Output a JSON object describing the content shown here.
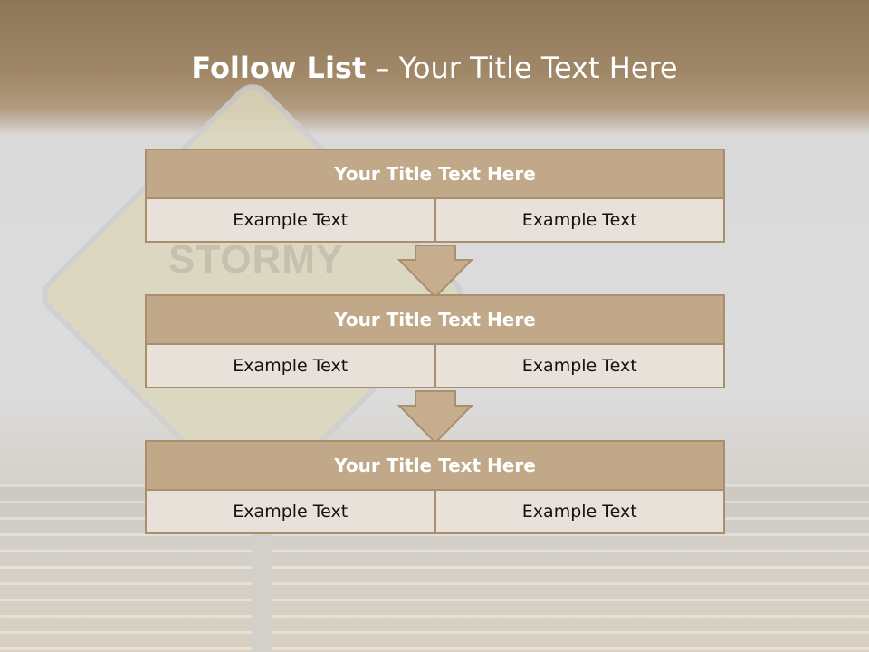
{
  "slide": {
    "title_bold": "Follow List",
    "title_rest": " – Your Title Text Here",
    "background_sign_text": "STORMY"
  },
  "blocks": [
    {
      "title": "Your Title Text Here",
      "left": "Example Text",
      "right": "Example Text"
    },
    {
      "title": "Your Title Text Here",
      "left": "Example Text",
      "right": "Example Text"
    },
    {
      "title": "Your Title Text Here",
      "left": "Example Text",
      "right": "Example Text"
    }
  ],
  "colors": {
    "header": "#8c7658",
    "box_title_fill": "#c0a888",
    "box_border": "#a98f6d",
    "cell_fill": "#e8e1d9",
    "arrow_fill": "#c6ad8d"
  }
}
